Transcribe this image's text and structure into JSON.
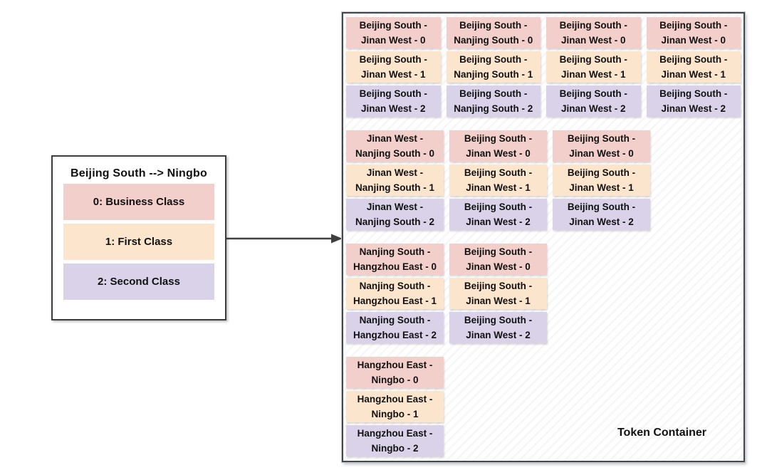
{
  "legend": {
    "title": "Beijing South --> Ningbo",
    "classes": [
      {
        "id": 0,
        "label": "0: Business Class"
      },
      {
        "id": 1,
        "label": "1: First Class"
      },
      {
        "id": 2,
        "label": "2: Second Class"
      }
    ]
  },
  "arrow": {
    "direction": "right"
  },
  "container": {
    "label": "Token Container",
    "groups": [
      {
        "columns": [
          {
            "tokens": [
              "Beijing South -\nJinan West - 0",
              "Beijing South -\nJinan West - 1",
              "Beijing South -\nJinan West - 2"
            ]
          },
          {
            "tokens": [
              "Beijing South -\nNanjing South - 0",
              "Beijing South -\nNanjing South - 1",
              "Beijing South -\nNanjing South - 2"
            ]
          },
          {
            "tokens": [
              "Beijing South -\nJinan West - 0",
              "Beijing South -\nJinan West - 1",
              "Beijing South -\nJinan West - 2"
            ]
          },
          {
            "tokens": [
              "Beijing South -\nJinan West - 0",
              "Beijing South -\nJinan West - 1",
              "Beijing South -\nJinan West - 2"
            ]
          }
        ]
      },
      {
        "columns": [
          {
            "tokens": [
              "Jinan West -\nNanjing South - 0",
              "Jinan West -\nNanjing South - 1",
              "Jinan West -\nNanjing South - 2"
            ]
          },
          {
            "tokens": [
              "Beijing South -\nJinan West - 0",
              "Beijing South -\nJinan West - 1",
              "Beijing South -\nJinan West - 2"
            ]
          },
          {
            "tokens": [
              "Beijing South -\nJinan West - 0",
              "Beijing South -\nJinan West - 1",
              "Beijing South -\nJinan West - 2"
            ]
          }
        ]
      },
      {
        "columns": [
          {
            "tokens": [
              "Nanjing South -\nHangzhou East - 0",
              "Nanjing South -\nHangzhou East - 1",
              "Nanjing South -\nHangzhou East - 2"
            ]
          },
          {
            "tokens": [
              "Beijing South -\nJinan West - 0",
              "Beijing South -\nJinan West - 1",
              "Beijing South -\nJinan West - 2"
            ]
          }
        ]
      },
      {
        "columns": [
          {
            "tokens": [
              "Hangzhou East -\nNingbo - 0",
              "Hangzhou East -\nNingbo - 1",
              "Hangzhou East -\nNingbo - 2"
            ]
          }
        ]
      }
    ]
  },
  "colors": {
    "business_class": "#f2cfcb",
    "first_class": "#fce5cd",
    "second_class": "#d9d2e9",
    "line": "#3f3f3f",
    "ink": "#111111"
  }
}
